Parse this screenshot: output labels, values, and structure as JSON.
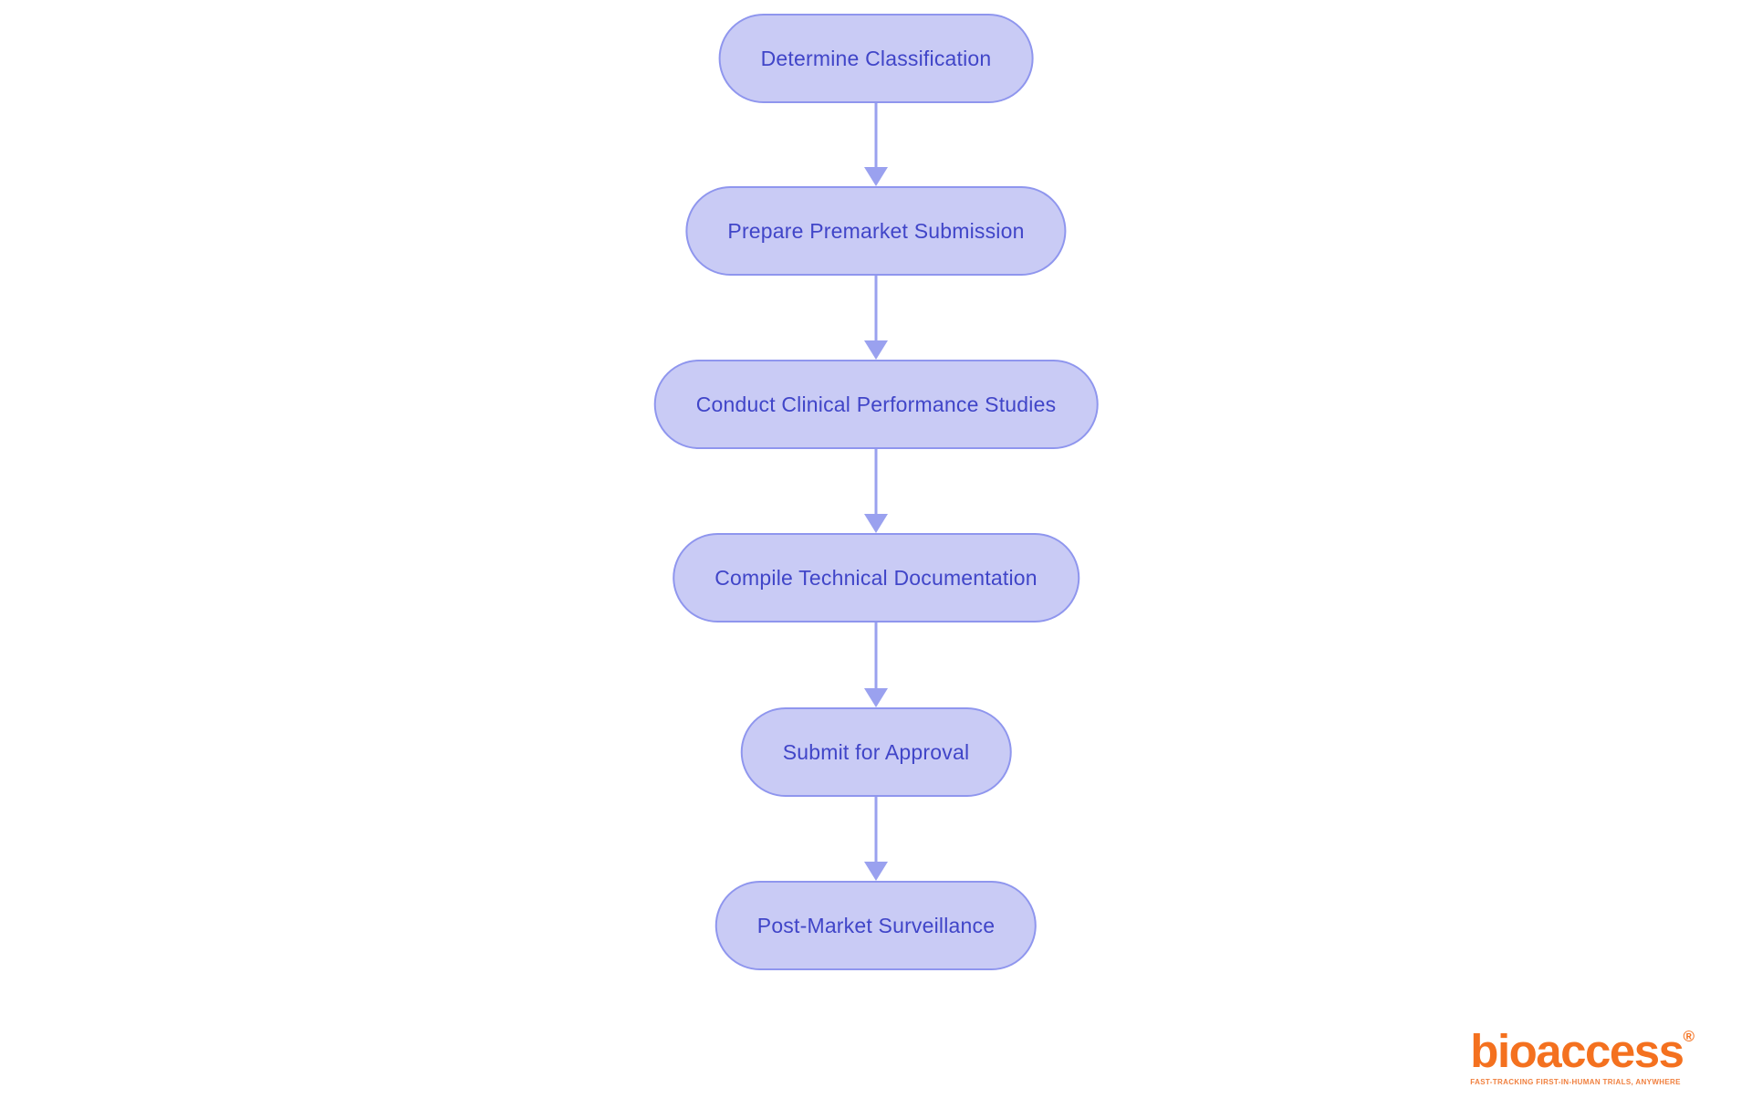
{
  "flowchart": {
    "nodes": [
      {
        "label": "Determine Classification"
      },
      {
        "label": "Prepare Premarket Submission"
      },
      {
        "label": "Conduct Clinical Performance Studies"
      },
      {
        "label": "Compile Technical Documentation"
      },
      {
        "label": "Submit for Approval"
      },
      {
        "label": "Post-Market Surveillance"
      }
    ],
    "connections": [
      {
        "from": "Determine Classification",
        "to": "Prepare Premarket Submission"
      },
      {
        "from": "Prepare Premarket Submission",
        "to": "Conduct Clinical Performance Studies"
      },
      {
        "from": "Conduct Clinical Performance Studies",
        "to": "Compile Technical Documentation"
      },
      {
        "from": "Compile Technical Documentation",
        "to": "Submit for Approval"
      },
      {
        "from": "Submit for Approval",
        "to": "Post-Market Surveillance"
      }
    ],
    "colors": {
      "node_fill": "#c9cbf5",
      "node_border": "#8f96ee",
      "node_text": "#4045c8",
      "arrow": "#9aa1ef"
    }
  },
  "branding": {
    "logo_text": "bioaccess",
    "registered_mark": "®",
    "tagline": "FAST-TRACKING FIRST-IN-HUMAN TRIALS, ANYWHERE",
    "logo_color": "#f4711f",
    "tagline_color": "#f0803f"
  }
}
